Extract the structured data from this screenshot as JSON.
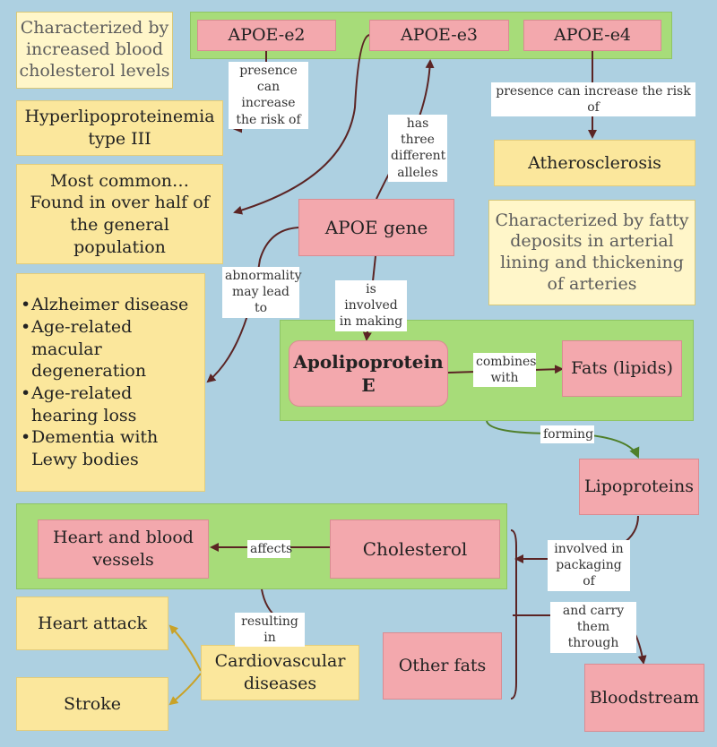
{
  "nodes": {
    "apoe_e2": "APOE-e2",
    "apoe_e3": "APOE-e3",
    "apoe_e4": "APOE-e4",
    "hyperlipo": "Hyperlipoproteinemia type III",
    "most_common": "Most common… Found in over half of the general population",
    "atherosclerosis": "Atherosclerosis",
    "apoe_gene": "APOE gene",
    "apolipoprotein_e": "Apolipoprotein E",
    "fats": "Fats (lipids)",
    "lipoproteins": "Lipoproteins",
    "heart_vessels": "Heart and blood vessels",
    "cholesterol": "Cholesterol",
    "heart_attack": "Heart attack",
    "stroke": "Stroke",
    "cardio": "Cardiovascular diseases",
    "other_fats": "Other fats",
    "bloodstream": "Bloodstream"
  },
  "diseases": [
    "Alzheimer disease",
    "Age-related macular degeneration",
    "Age-related hearing loss",
    "Dementia with Lewy bodies"
  ],
  "notes": {
    "cholesterol_note": "Characterized by increased blood cholesterol levels",
    "athero_note": "Characterized by fatty deposits in arterial lining and thickening of arteries"
  },
  "links": {
    "presence_can_increase": "presence can increase the risk of",
    "presence_increase_risk": "presence can increase the risk of",
    "has_three_alleles": "has three different alleles",
    "abnormality": "abnormality may lead to",
    "involved_in_making": "is involved in making",
    "combines_with": "combines with",
    "forming": "forming",
    "involved_packaging": "involved in packaging of",
    "affects": "affects",
    "resulting_in": "resulting in",
    "carry_through": "and carry them through"
  },
  "colors": {
    "background": "#add0e1",
    "pink_node": "#f3a8ad",
    "yellow_node": "#fbe79c",
    "green_group": "#a7dc79",
    "arrow": "#5b2424",
    "green_arrow": "#4f7f2a",
    "gold_arrow": "#c9a227"
  }
}
